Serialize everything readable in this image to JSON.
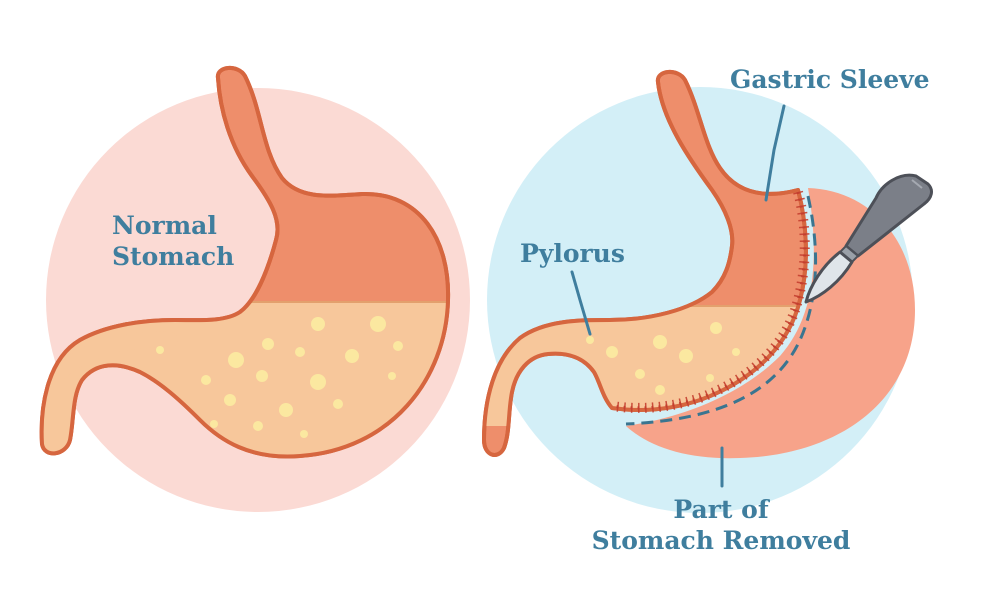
{
  "labels": {
    "normal_line1": "Normal",
    "normal_line2": "Stomach",
    "pylorus": "Pylorus",
    "gastric_sleeve": "Gastric Sleeve",
    "removed_line1": "Part of",
    "removed_line2": "Stomach Removed"
  },
  "colors": {
    "label_text": "#3f7e9e",
    "left_circle": "#fbdad4",
    "right_circle": "#d3eff7",
    "stomach_wall": "#ee8e6b",
    "stomach_outline": "#d6663f",
    "stomach_contents": "#f7c79b",
    "removed_part": "#f7a38a",
    "sutures": "#c43f30",
    "cut_line": "#3a7590"
  }
}
